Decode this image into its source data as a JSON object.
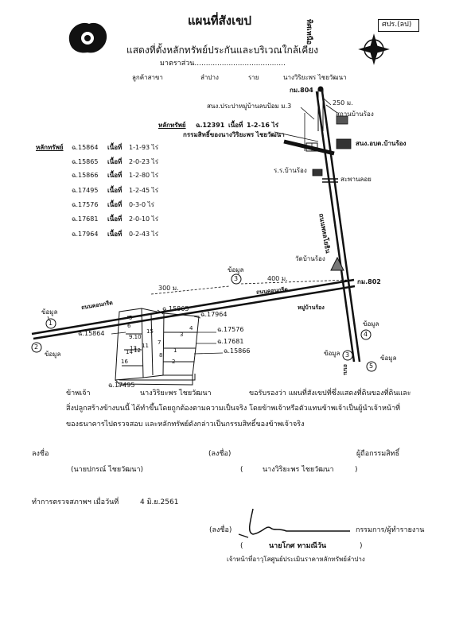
{
  "header": {
    "title": "แผนที่สังเขป",
    "subtitle": "แสดงที่ตั้งหลักทรัพย์ประกันและบริเวณใกล้เคียง",
    "scale_line": "มาตราส่วน........................................",
    "stamp": "ศปร.(ลป)",
    "north_label": "N",
    "vertical_north_text": "ทิศเหนือ"
  },
  "customer_line": {
    "label": "ลูกค้าสาขา",
    "branch": "ลำปาง",
    "code": "ราย",
    "name": "นางวิริยะพร ไชยวัฒนา"
  },
  "map_labels": {
    "km_top": "กม.804",
    "distance_250": "250 ม.",
    "health_station": "สนง.ประปาหมู่บ้านลบป้อม ม.3",
    "school_field": "สถานบ้านร้อง",
    "collateral_label": "หลักทรัพย์",
    "collateral_deed": "ฉ.12391",
    "collateral_area_label": "เนื้อที่",
    "collateral_area": "1-2-16 ไร่",
    "collateral_owner": "กรรมสิทธิ์ของนางวิริยะพร ไชยวัฒนา",
    "office_label": "สนง.อบต.บ้านร้อง",
    "school_label": "ร.ร.บ้านร้อง",
    "bridge_label": "สะพานลอย",
    "highway_name": "ถนนพหลโยธิน",
    "temple_label": "วัดบ้านร้อง",
    "km_bottom": "กม.802",
    "dist_300": "300 ม.",
    "dist_400": "400 ม.",
    "road_left": "ถนนคอนกรีต",
    "road_right": "ถนนคอนกรีต",
    "village": "หมู่บ้านร้อง",
    "right_road_vertical": "ถนน",
    "ref_label": "ข้อมูล",
    "ref_1": "1",
    "ref_2": "2",
    "ref_3": "3",
    "ref_4": "4",
    "ref_5": "5",
    "plot_numbers": [
      "1",
      "2",
      "3",
      "4",
      "5",
      "6",
      "7",
      "8",
      "9.10",
      "11",
      "12",
      "13",
      "14",
      "15",
      "16"
    ],
    "deed_labels": {
      "d15865": "ฉ.15865",
      "d17964": "ฉ.17964",
      "d15864": "ฉ.15864",
      "d17576": "ฉ.17576",
      "d17681": "ฉ.17681",
      "d15866": "ฉ.15866",
      "d17495": "ฉ.17495"
    }
  },
  "deeds": {
    "header": "หลักทรัพย์",
    "area_label": "เนื้อที่",
    "rows": [
      {
        "deed": "ฉ.15864",
        "area": "1-1-93 ไร่"
      },
      {
        "deed": "ฉ.15865",
        "area": "2-0-23 ไร่"
      },
      {
        "deed": "ฉ.15866",
        "area": "1-2-80 ไร่"
      },
      {
        "deed": "ฉ.17495",
        "area": "1-2-45 ไร่"
      },
      {
        "deed": "ฉ.17576",
        "area": "0-3-0 ไร่"
      },
      {
        "deed": "ฉ.17681",
        "area": "2-0-10 ไร่"
      },
      {
        "deed": "ฉ.17964",
        "area": "0-2-43 ไร่"
      }
    ]
  },
  "statement": {
    "line1_a": "ข้าพเจ้า",
    "line1_name": "นางวิริยะพร ไชยวัฒนา",
    "line1_b": "ขอรับรองว่า แผนที่สังเขปที่ซึ่งแสดงที่ดินของที่ดินและ",
    "line2": "สิ่งปลูกสร้างข้างบนนี้ ได้ทำขึ้นโดยถูกต้องตามความเป็นจริง โดยข้าพเจ้าหรือตัวแทนข้าพเจ้าเป็นผู้นำเจ้าหน้าที่",
    "line3": "ของธนาคารไปตรวจสอบ และหลักทรัพย์ดังกล่าวเป็นกรรมสิทธิ์ของข้าพเจ้าจริง"
  },
  "signatures": {
    "sign1_label": "ลงชื่อ",
    "sign1_name": "(นายปกรณ์  ไชยวัฒนา)",
    "sign2_label": "(ลงชื่อ)",
    "sign2_name_open": "(",
    "sign2_name": "นางวิริยะพร ไชยวัฒนา",
    "sign2_name_close": ")",
    "owner_role": "ผู้ถือกรรมสิทธิ์",
    "survey_label": "ทำการตรวจสภาพฯ  เมื่อวันที่",
    "survey_date": "4  มิ.ย.2561",
    "sign3_label": "(ลงชื่อ)",
    "reporter_role": "กรรมการ/ผู้ทำรายงาน",
    "sign3_name_open": "(",
    "sign3_name": "นายโกศ  ทามณีวัน",
    "sign3_name_close": ")",
    "officer_role": "เจ้าหน้าที่อาวุโสศูนย์ประเมินราคาหลักทรัพย์ลำปาง"
  }
}
